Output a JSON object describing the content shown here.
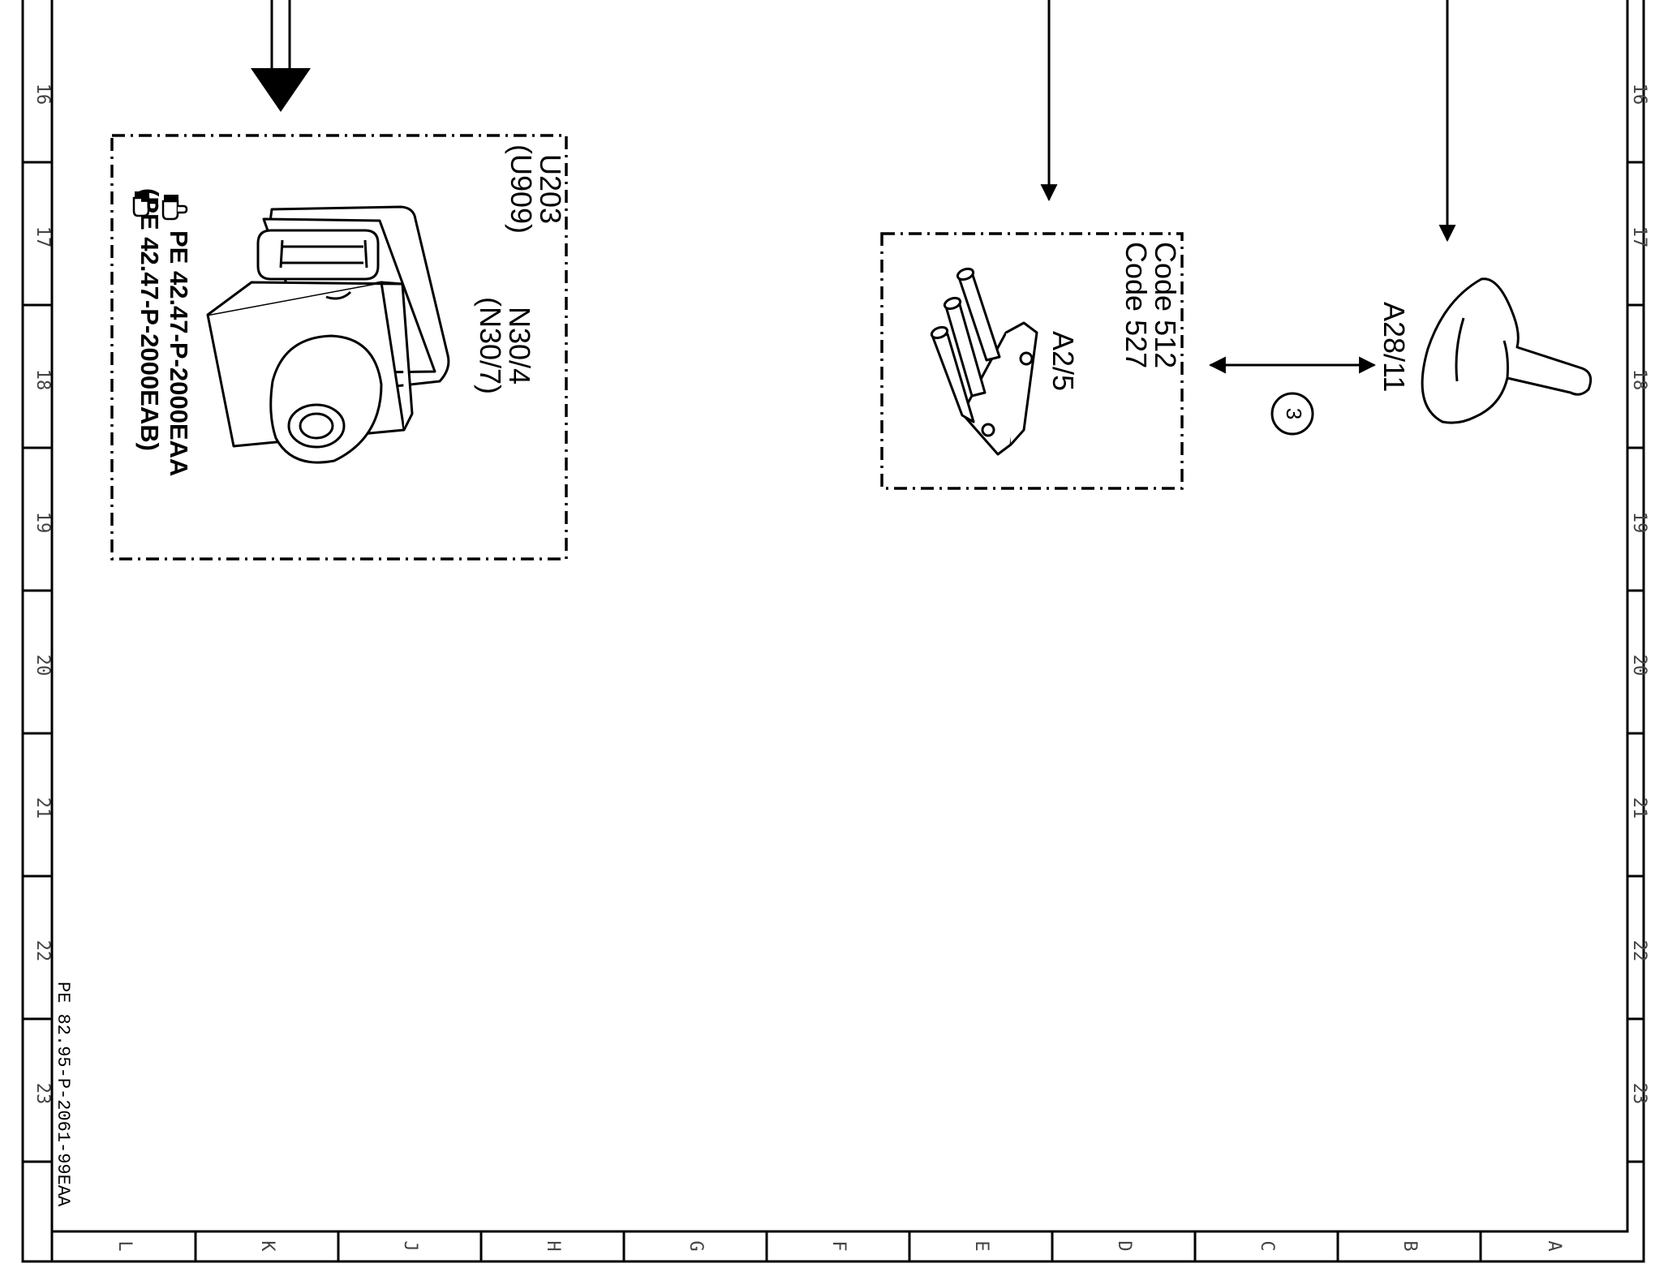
{
  "grid": {
    "rows": [
      "16",
      "17",
      "18",
      "19",
      "20",
      "21",
      "22",
      "23"
    ],
    "columns": [
      "L",
      "K",
      "J",
      "H",
      "G",
      "F",
      "E",
      "D",
      "C",
      "B",
      "A"
    ]
  },
  "components": {
    "abs_unit": {
      "codes": [
        "U203",
        "(U909)"
      ],
      "ids": [
        "N30/4",
        "(N30/7)"
      ],
      "refs": [
        "PE 42.47-P-2000EAA",
        "(PE 42.47-P-2000EAB)"
      ]
    },
    "pressure_sensor": {
      "codes": [
        "Code 512",
        "Code 527"
      ],
      "id": "A2/5"
    },
    "antenna": {
      "id": "A28/11"
    }
  },
  "connector_marker": "3",
  "document_ref": "PE 82.95-P-2061-99EAA",
  "icons": [
    "hand-pointer-icon"
  ]
}
